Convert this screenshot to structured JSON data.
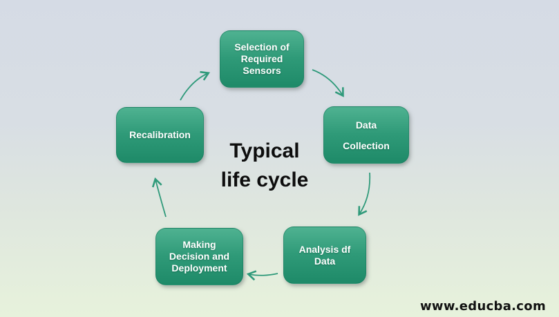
{
  "diagram": {
    "title": "Typical\nlife cycle",
    "nodes": [
      {
        "id": "selection-of-required-sensors",
        "label": "Selection of\nRequired\nSensors"
      },
      {
        "id": "data-collection",
        "label": "Data\nCollection"
      },
      {
        "id": "analysis-of-data",
        "label": "Analysis df\nData"
      },
      {
        "id": "making-decision-and-deployment",
        "label": "Making\nDecision and\nDeployment"
      },
      {
        "id": "recalibration",
        "label": "Recalibration"
      }
    ],
    "arrows": [
      {
        "from": "recalibration",
        "to": "selection-of-required-sensors"
      },
      {
        "from": "selection-of-required-sensors",
        "to": "data-collection"
      },
      {
        "from": "data-collection",
        "to": "analysis-of-data"
      },
      {
        "from": "analysis-of-data",
        "to": "making-decision-and-deployment"
      },
      {
        "from": "making-decision-and-deployment",
        "to": "recalibration"
      }
    ],
    "colors": {
      "node_gradient_top": "#4fb291",
      "node_gradient_bottom": "#1e8a68",
      "node_text": "#ffffff",
      "arrow": "#2f9a7a",
      "title_text": "#0d0d0d",
      "background_top": "#d5dbe5",
      "background_bottom": "#e7f2dc"
    }
  },
  "watermark": {
    "text": "www.educba.com"
  }
}
